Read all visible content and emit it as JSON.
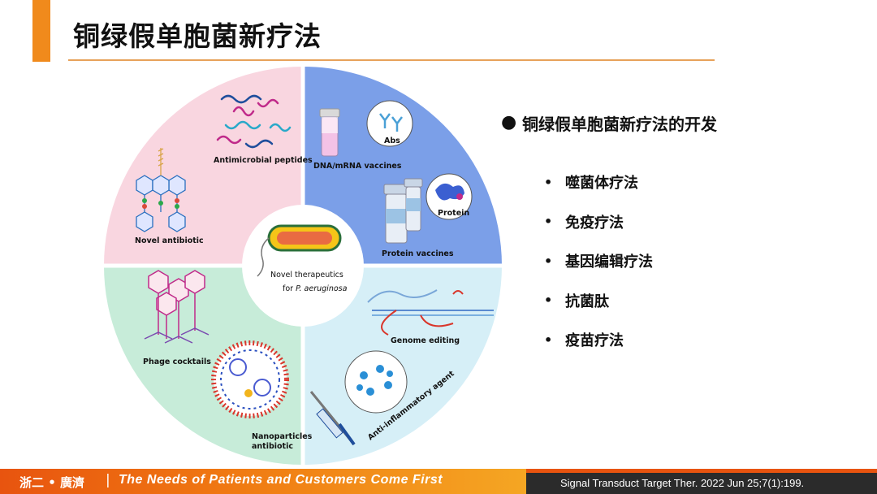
{
  "slide": {
    "title": "铜绿假单胞菌新疗法"
  },
  "figure": {
    "center_line1": "Novel therapeutics",
    "center_line2": "for ",
    "center_italic": "P. aeruginosa",
    "labels": {
      "antimicrobial_peptides": "Antimicrobial peptides",
      "novel_antibiotic": "Novel antibiotic",
      "dna_mrna_vaccines": "DNA/mRNA vaccines",
      "abs": "Abs",
      "protein": "Protein",
      "protein_vaccines": "Protein vaccines",
      "phage_cocktails": "Phage cocktails",
      "nanoparticles_line1": "Nanoparticles",
      "nanoparticles_line2": "antibiotic",
      "genome_editing": "Genome editing",
      "anti_inflammatory": "Anti-inflammatory agent"
    },
    "colors": {
      "pink": "#f9d6e0",
      "blue": "#7b9fe8",
      "green": "#c7ecd9",
      "light_blue": "#d6eff7",
      "accent_orange": "#f08a1c"
    }
  },
  "content": {
    "heading": "铜绿假单胞菌新疗法的开发",
    "heading_bullet": "●",
    "item_bullet": "•",
    "items": [
      "噬菌体疗法",
      "免疫疗法",
      "基因编辑疗法",
      "抗菌肽",
      "疫苗疗法"
    ]
  },
  "footer": {
    "brand": "浙二 • 廣濟",
    "separator": "|",
    "slogan": "The Needs of Patients and Customers Come First",
    "citation": "Signal Transduct Target Ther. 2022 Jun 25;7(1):199."
  }
}
